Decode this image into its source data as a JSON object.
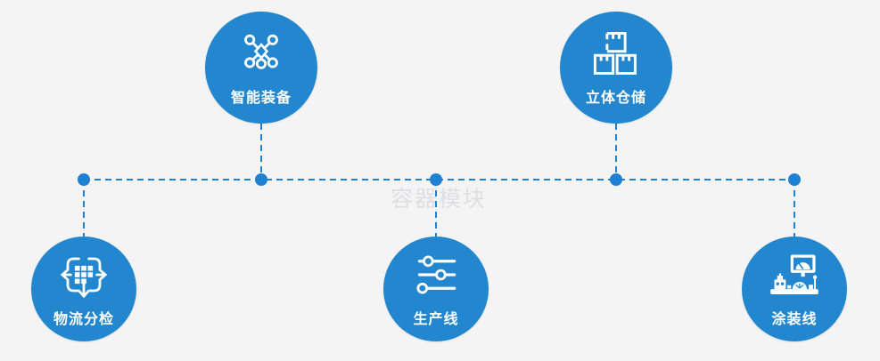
{
  "watermark": "容器模块",
  "colors": {
    "background": "#f4f4f5",
    "circle_fill": "#2287ce",
    "connector_line": "#1f81d2",
    "junction_dot": "#1f81d2",
    "icon_stroke": "#ffffff",
    "label_text": "#ffffff",
    "watermark_text": "#dfdfe3"
  },
  "nodes": [
    {
      "id": "smart-equipment",
      "label": "智能装备",
      "icon": "network-nodes-icon",
      "row": "top"
    },
    {
      "id": "stereo-storage",
      "label": "立体仓储",
      "icon": "stacked-boxes-icon",
      "row": "top"
    },
    {
      "id": "logistics-sorting",
      "label": "物流分检",
      "icon": "sort-distribute-icon",
      "row": "bottom"
    },
    {
      "id": "production-line",
      "label": "生产线",
      "icon": "sliders-icon",
      "row": "bottom"
    },
    {
      "id": "painting-line",
      "label": "涂装线",
      "icon": "machine-monitor-icon",
      "row": "bottom"
    }
  ]
}
